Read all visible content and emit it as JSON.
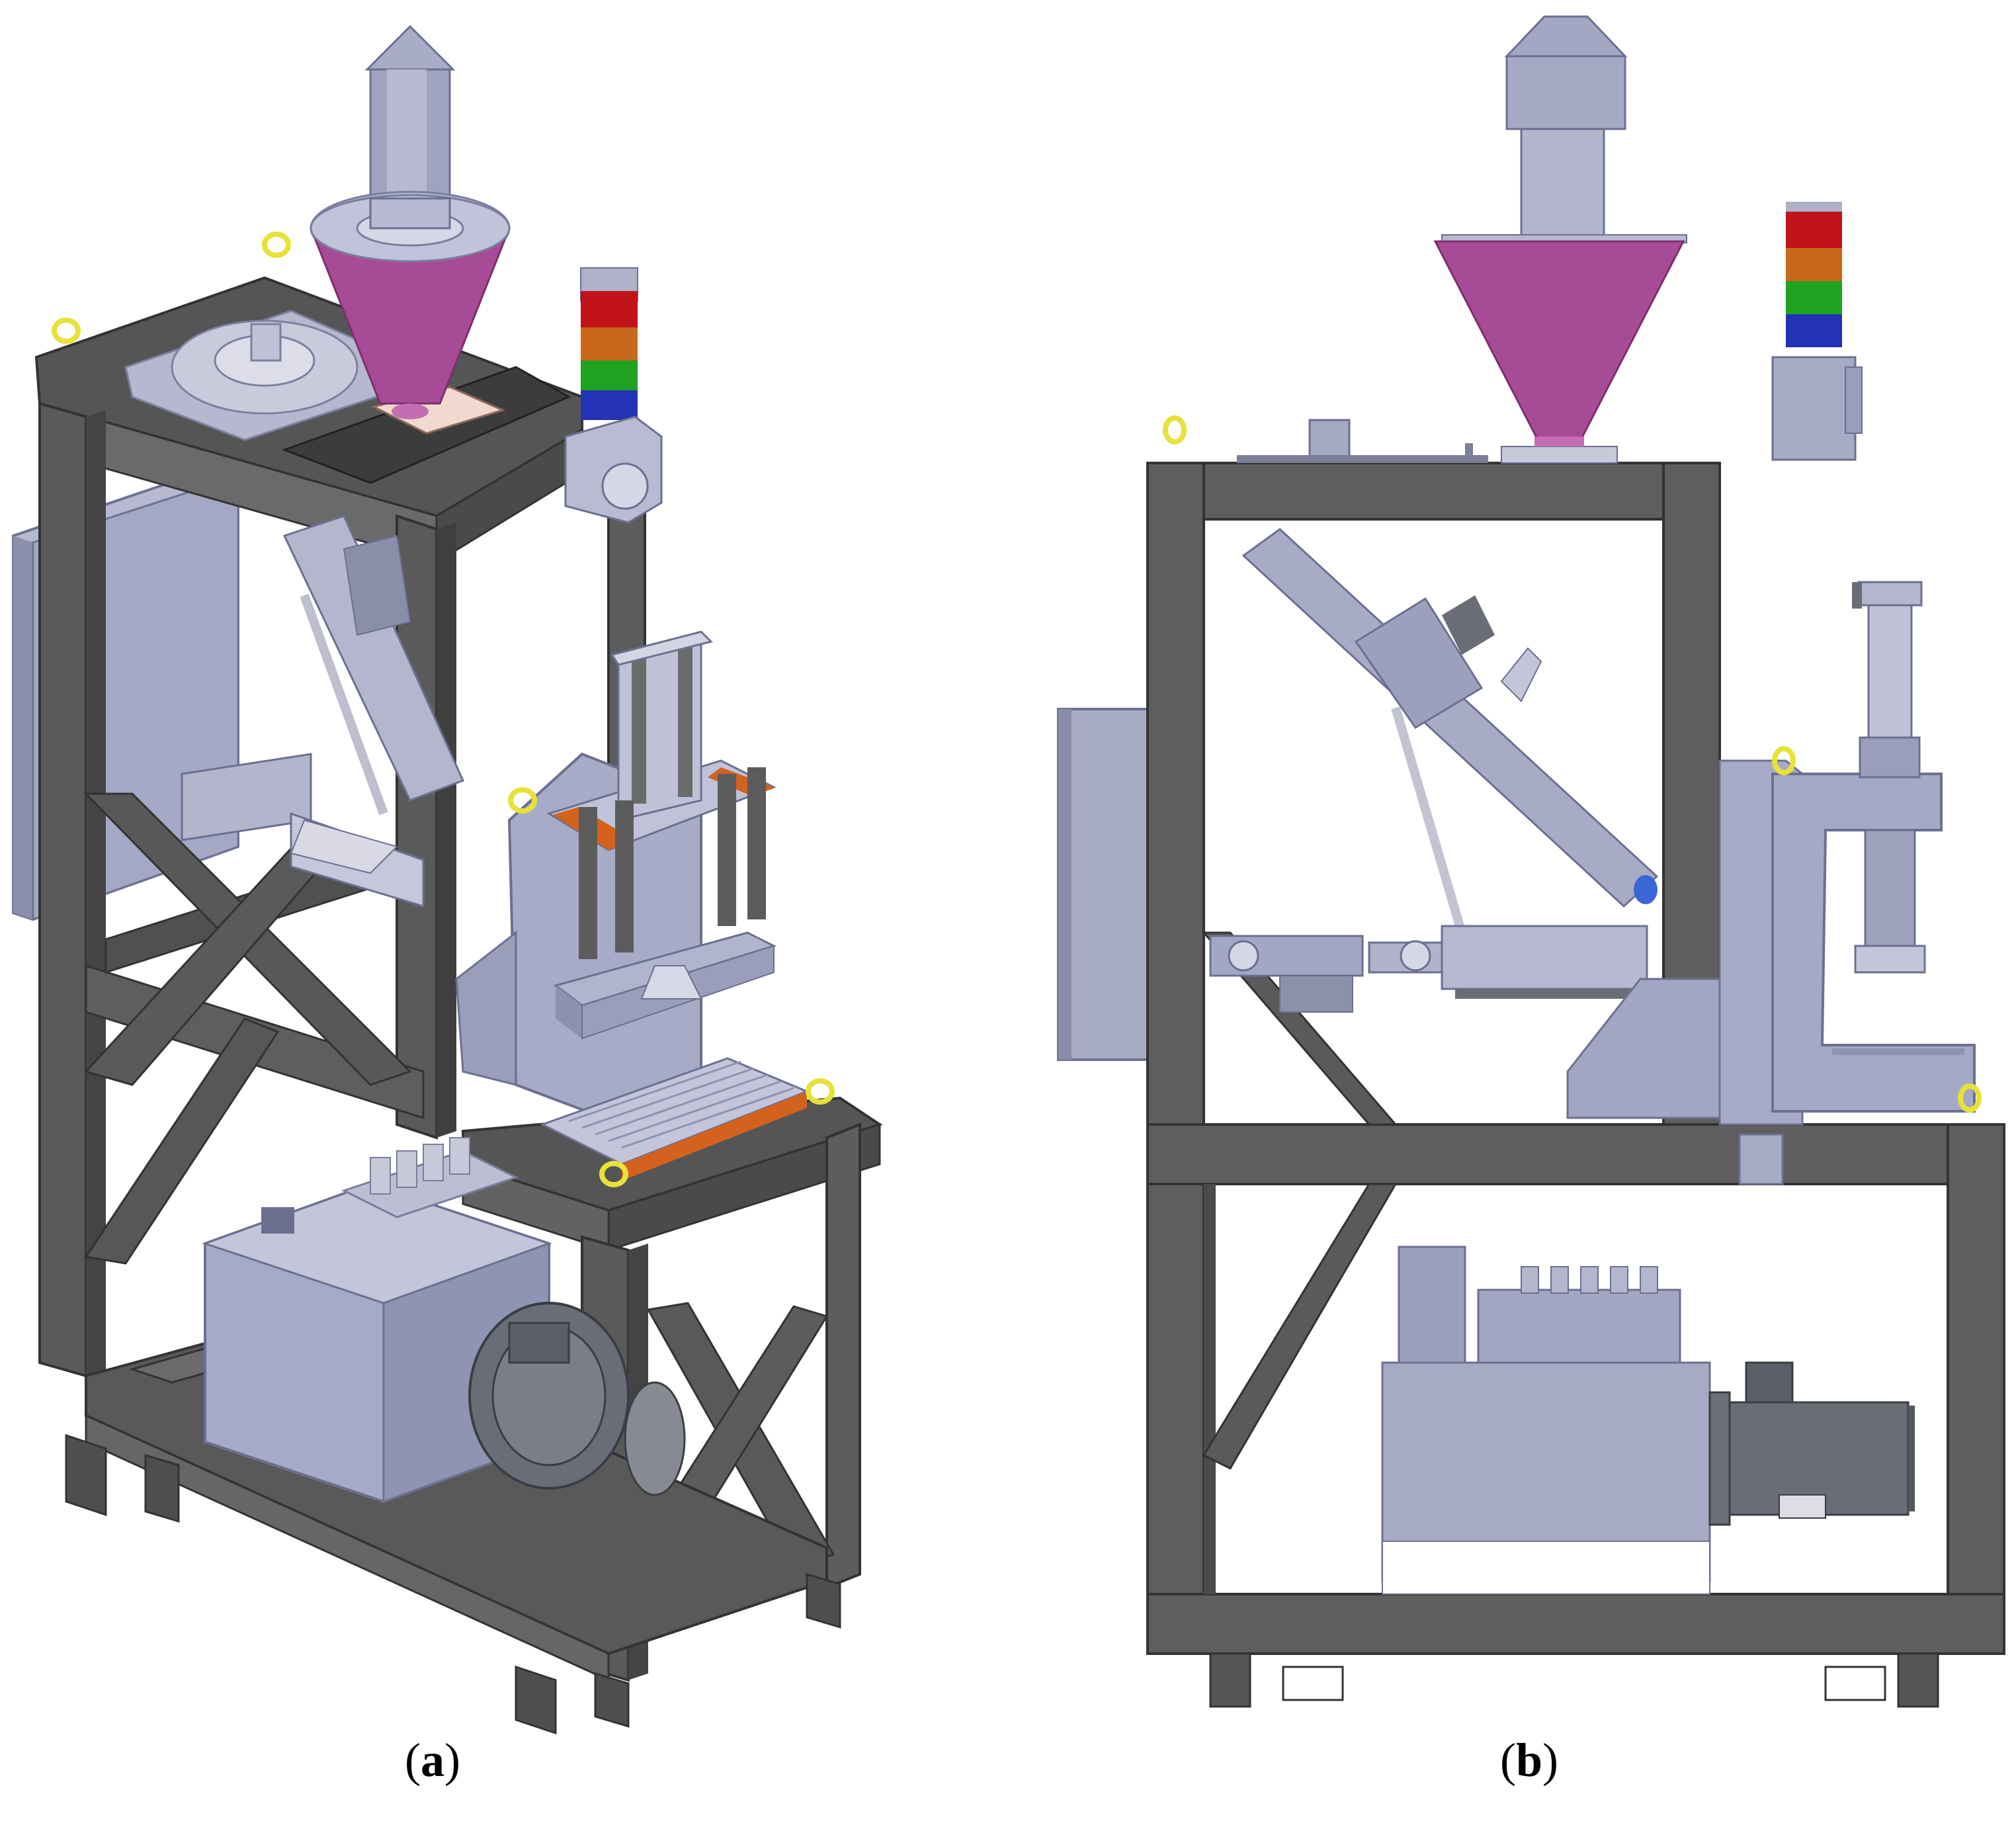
{
  "panels": [
    {
      "id": "a",
      "label": "a",
      "view": "isometric"
    },
    {
      "id": "b",
      "label": "b",
      "view": "front"
    }
  ],
  "colors": {
    "frame": "#5b5b5b",
    "frame_light": "#7a7a7a",
    "frame_dark": "#3f3f3f",
    "machine_metal": "#a9adc8",
    "machine_metal_dark": "#8a8fae",
    "machine_metal_light": "#c9ccdf",
    "hopper": "#a84b96",
    "hopper_light": "#c46db2",
    "lamp_red": "#c0141a",
    "lamp_orange": "#c8681c",
    "lamp_green": "#1fa21f",
    "lamp_blue": "#2432b4",
    "lifting_eye": "#e6e23a",
    "accent_orange": "#d2621e",
    "motor": "#6d6f78"
  },
  "icons": [
    "lifting-eye-icon",
    "signal-tower-icon",
    "hopper-icon",
    "hydraulic-cylinder-icon",
    "electric-motor-icon",
    "control-cabinet-icon",
    "press-plate-icon"
  ]
}
